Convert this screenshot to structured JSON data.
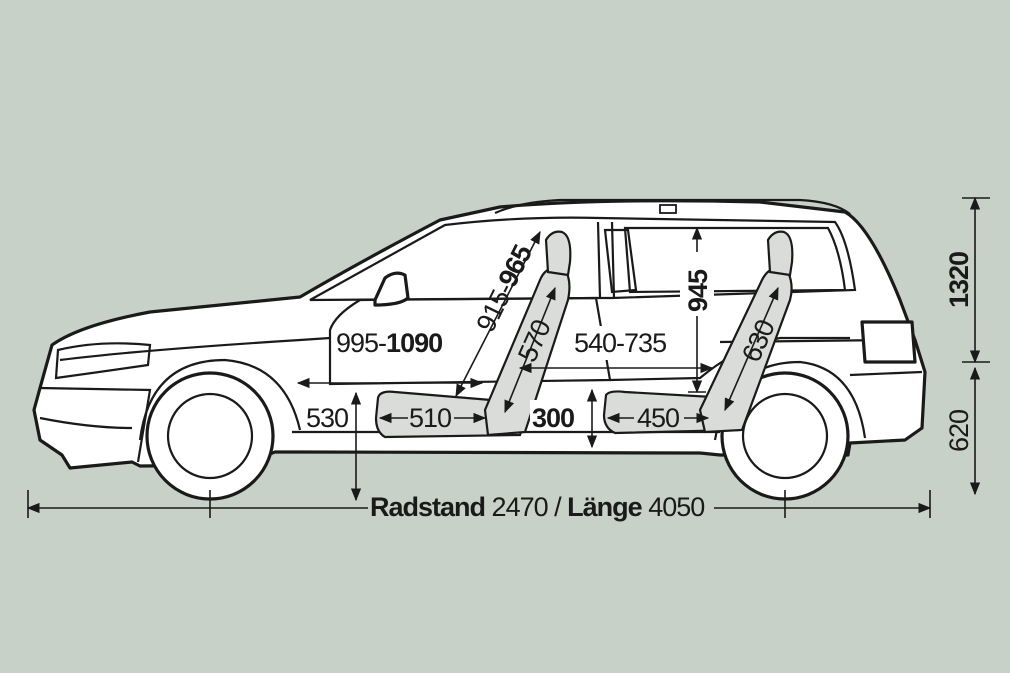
{
  "colors": {
    "background": "#c7d1c7",
    "ink": "#1a1a1a",
    "car_body": "#ffffff",
    "seat": "#d9dcd8"
  },
  "labels": {
    "front_legroom_a": "995-",
    "front_legroom_b": "1090",
    "front_headroom_a": "915-",
    "front_headroom_b": "965",
    "front_backrest": "570",
    "rear_legroom": "540-735",
    "rear_headroom": "945",
    "rear_backrest": "630",
    "front_seat_depth": "510",
    "rear_seat_depth": "450",
    "front_seat_height": "530",
    "rear_seat_height": "300",
    "total_height": "1320",
    "ground_clearance": "620",
    "wheelbase_word": "Radstand",
    "wheelbase_value": "2470",
    "separator": "/",
    "length_word": "Länge",
    "length_value": "4050"
  }
}
